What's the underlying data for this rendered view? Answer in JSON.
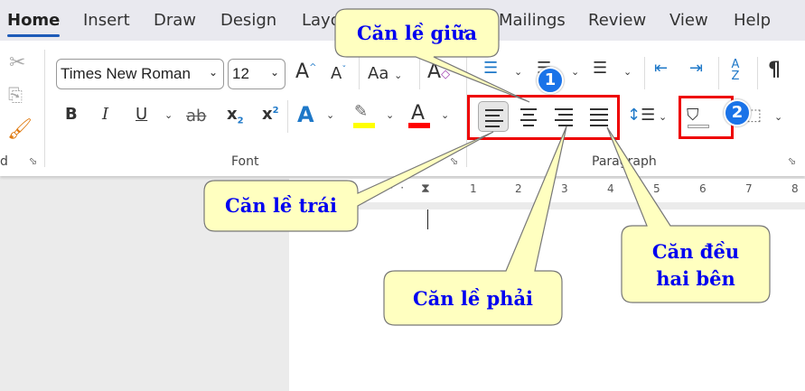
{
  "tabs": [
    "Home",
    "Insert",
    "Draw",
    "Design",
    "Layout",
    "Mailings",
    "Review",
    "View",
    "Help"
  ],
  "active_tab": "Home",
  "clipboard": {
    "label_fragment": "d"
  },
  "font": {
    "name": "Times New Roman",
    "size": "12",
    "group_label": "Font",
    "grow": "A",
    "shrink": "A",
    "case": "Aa",
    "bold": "B",
    "italic": "I",
    "underline": "U",
    "strike": "ab",
    "subscript": "x",
    "superscript": "x",
    "text_effects": "A",
    "font_color": "A",
    "highlight_color": "#ffff00",
    "font_color_value": "#ff0000"
  },
  "paragraph": {
    "group_label": "Paragraph",
    "sort": "A Z",
    "pilcrow": "¶"
  },
  "ruler": {
    "ticks": [
      "1",
      "2",
      "3",
      "4",
      "5",
      "6",
      "7",
      "8"
    ]
  },
  "badges": [
    "1",
    "2"
  ],
  "callouts": {
    "center": "Căn lề giữa",
    "left": "Căn lề trái",
    "right": "Căn lề phải",
    "justify_line1": "Căn đều",
    "justify_line2": "hai bên"
  },
  "colors": {
    "accent": "#1e5bb8",
    "highlight_box": "#ee0000",
    "callout_fill": "#ffffc0",
    "callout_text": "#0000f0",
    "badge": "#1a73e8"
  }
}
